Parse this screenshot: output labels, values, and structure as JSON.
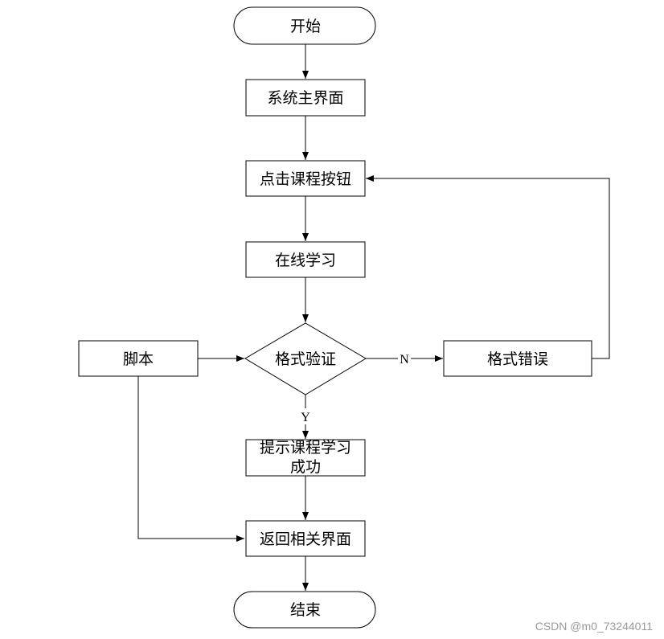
{
  "nodes": {
    "start": "开始",
    "main_ui": "系统主界面",
    "click_course": "点击课程按钮",
    "online_study": "在线学习",
    "format_check": "格式验证",
    "script": "脚本",
    "format_error": "格式错误",
    "success_line1": "提示课程学习",
    "success_line2": "成功",
    "return_ui": "返回相关界面",
    "end": "结束"
  },
  "edges": {
    "no": "N",
    "yes": "Y"
  },
  "watermark": "CSDN @m0_73244011"
}
